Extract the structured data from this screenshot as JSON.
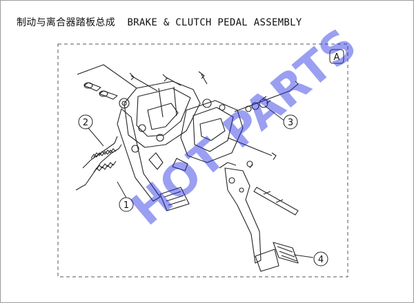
{
  "title": "制动与离合器踏板总成  BRAKE & CLUTCH PEDAL ASSEMBLY",
  "view_label": "A",
  "watermark": "HOT PARTS",
  "callouts": [
    "1",
    "2",
    "3",
    "4"
  ],
  "colors": {
    "line": "#222222",
    "watermark": "#1f2be0",
    "frame_dash": "#555555"
  }
}
